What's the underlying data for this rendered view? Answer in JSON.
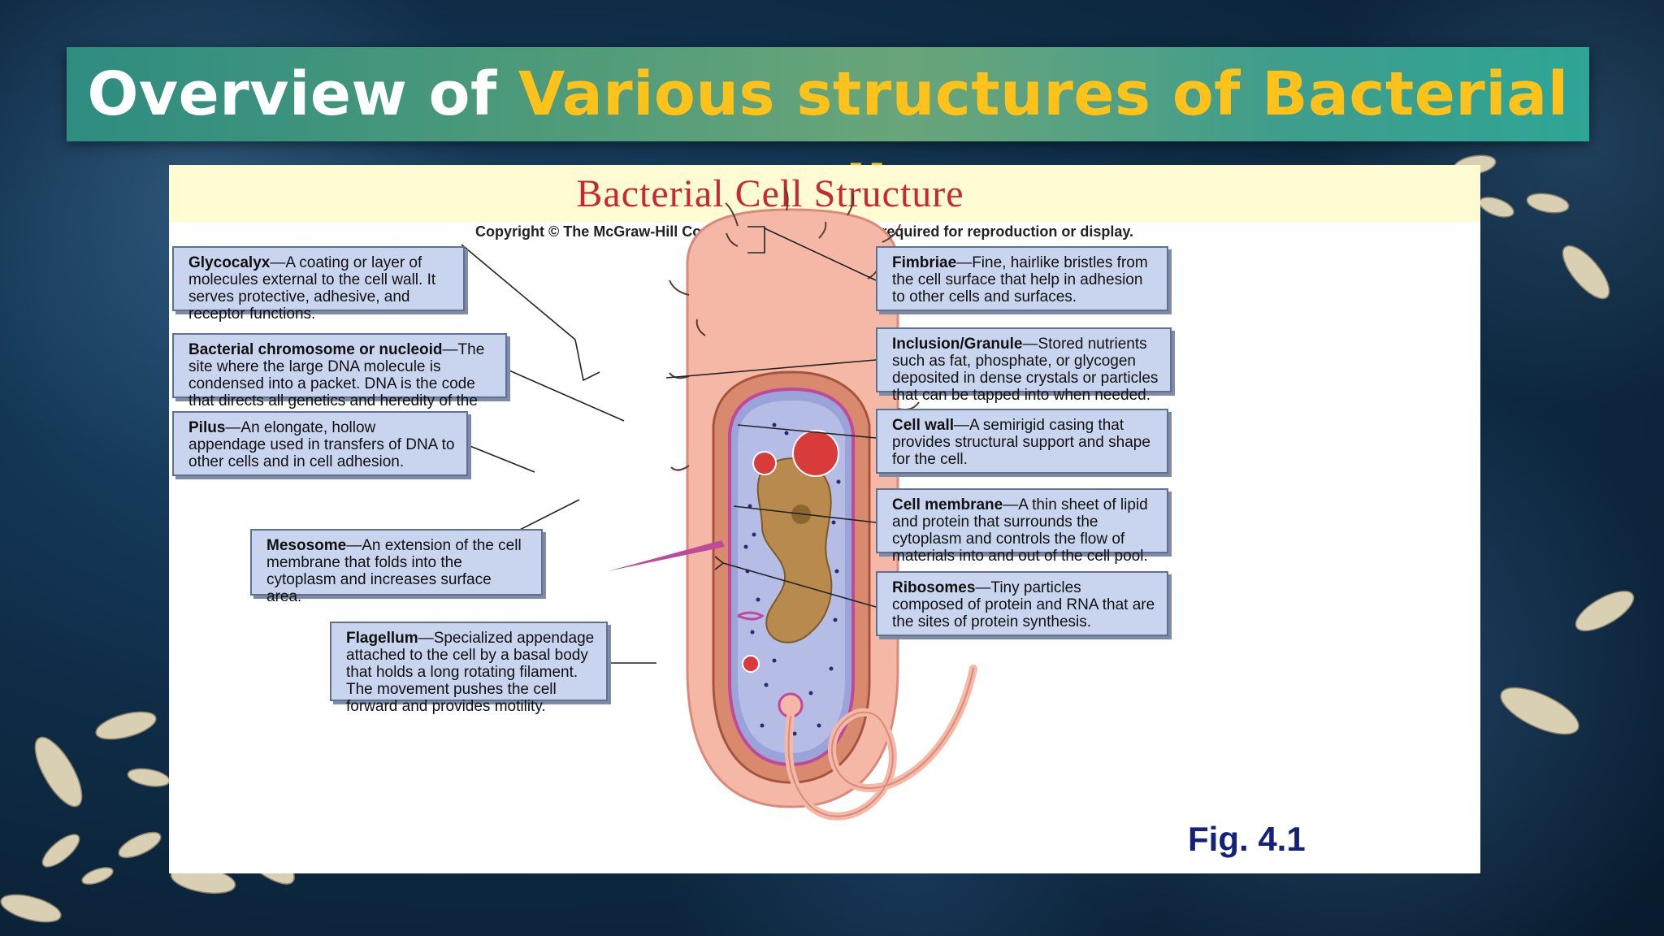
{
  "slide": {
    "title_part1": "Overview of ",
    "title_part2": "Various structures of Bacterial cell"
  },
  "figure": {
    "title": "Bacterial Cell Structure",
    "copyright": "Copyright © The McGraw-Hill Companies, Inc. Permission required for reproduction or display.",
    "fig_label": "Fig. 4.1"
  },
  "labels": {
    "glycocalyx": {
      "term": "Glycocalyx",
      "desc": "—A coating or layer of molecules external to the cell wall. It serves protective, adhesive, and receptor functions."
    },
    "chromosome": {
      "term": "Bacterial chromosome or nucleoid",
      "desc": "—The site where the large DNA molecule is condensed into a packet. DNA is the code that directs all genetics and heredity of the cell."
    },
    "pilus": {
      "term": "Pilus",
      "desc": "—An elongate, hollow appendage used in transfers of DNA to other cells and in cell adhesion."
    },
    "mesosome": {
      "term": "Mesosome",
      "desc": "—An extension of the cell membrane that folds into the cytoplasm and increases surface area."
    },
    "flagellum": {
      "term": "Flagellum",
      "desc": "—Specialized appendage attached to the cell by a basal body that holds a long rotating filament. The movement pushes the cell forward and provides motility."
    },
    "fimbriae": {
      "term": "Fimbriae",
      "desc": "—Fine, hairlike bristles from the cell surface that help in adhesion to other cells and surfaces."
    },
    "inclusion": {
      "term": "Inclusion/Granule",
      "desc": "—Stored nutrients such as fat, phosphate, or glycogen deposited in dense crystals or particles that can be tapped into when needed."
    },
    "cell_wall": {
      "term": "Cell wall",
      "desc": "—A semirigid casing that provides structural support and shape for the cell."
    },
    "cell_membrane": {
      "term": "Cell membrane",
      "desc": "—A thin sheet of lipid and protein that surrounds the cytoplasm and controls the flow of materials into and out of the cell pool."
    },
    "ribosomes": {
      "term": "Ribosomes",
      "desc": "—Tiny particles composed of protein and RNA that are the sites of protein synthesis."
    }
  },
  "colors": {
    "title_accent": "#ffc21a",
    "callout_fill": "#c9d4ef",
    "figure_title": "#c8282e",
    "fig_label": "#14227a"
  }
}
